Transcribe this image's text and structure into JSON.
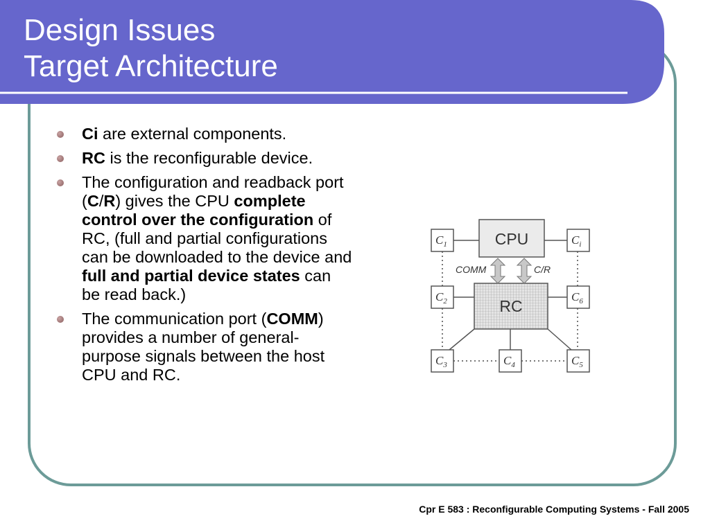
{
  "slide": {
    "title_line1": "Design Issues",
    "title_line2": "Target Architecture",
    "footer": "Cpr E 583 : Reconfigurable Computing Systems - Fall 2005"
  },
  "bullets": [
    {
      "parts": [
        {
          "t": "Ci",
          "b": true
        },
        {
          "t": " are external components.",
          "b": false
        }
      ]
    },
    {
      "parts": [
        {
          "t": "RC",
          "b": true
        },
        {
          "t": " is the reconfigurable device.",
          "b": false
        }
      ]
    },
    {
      "parts": [
        {
          "t": "The configuration and readback port (",
          "b": false
        },
        {
          "t": "C",
          "b": true
        },
        {
          "t": "/",
          "b": false
        },
        {
          "t": "R",
          "b": true
        },
        {
          "t": ") gives the CPU ",
          "b": false
        },
        {
          "t": "complete control over the configuration",
          "b": true
        },
        {
          "t": " of RC, (full and partial configurations can be downloaded to the device and ",
          "b": false
        },
        {
          "t": "full and partial device states",
          "b": true
        },
        {
          "t": " can be read back.)",
          "b": false
        }
      ]
    },
    {
      "parts": [
        {
          "t": "The communication port (",
          "b": false
        },
        {
          "t": "COMM",
          "b": true
        },
        {
          "t": ") provides a number of general-purpose signals between the host CPU and RC.",
          "b": false
        }
      ]
    }
  ],
  "diagram": {
    "cpu_label": "CPU",
    "rc_label": "RC",
    "comm_label": "COMM",
    "cr_label": "C/R",
    "components": [
      {
        "base": "C",
        "sub": "1"
      },
      {
        "base": "C",
        "sub": "i"
      },
      {
        "base": "C",
        "sub": "2"
      },
      {
        "base": "C",
        "sub": "6"
      },
      {
        "base": "C",
        "sub": "3"
      },
      {
        "base": "C",
        "sub": "4"
      },
      {
        "base": "C",
        "sub": "5"
      }
    ]
  },
  "colors": {
    "title_band": "#6666cc",
    "frame_border": "#6c9b98",
    "rc_fill": "#d4d4d4"
  }
}
